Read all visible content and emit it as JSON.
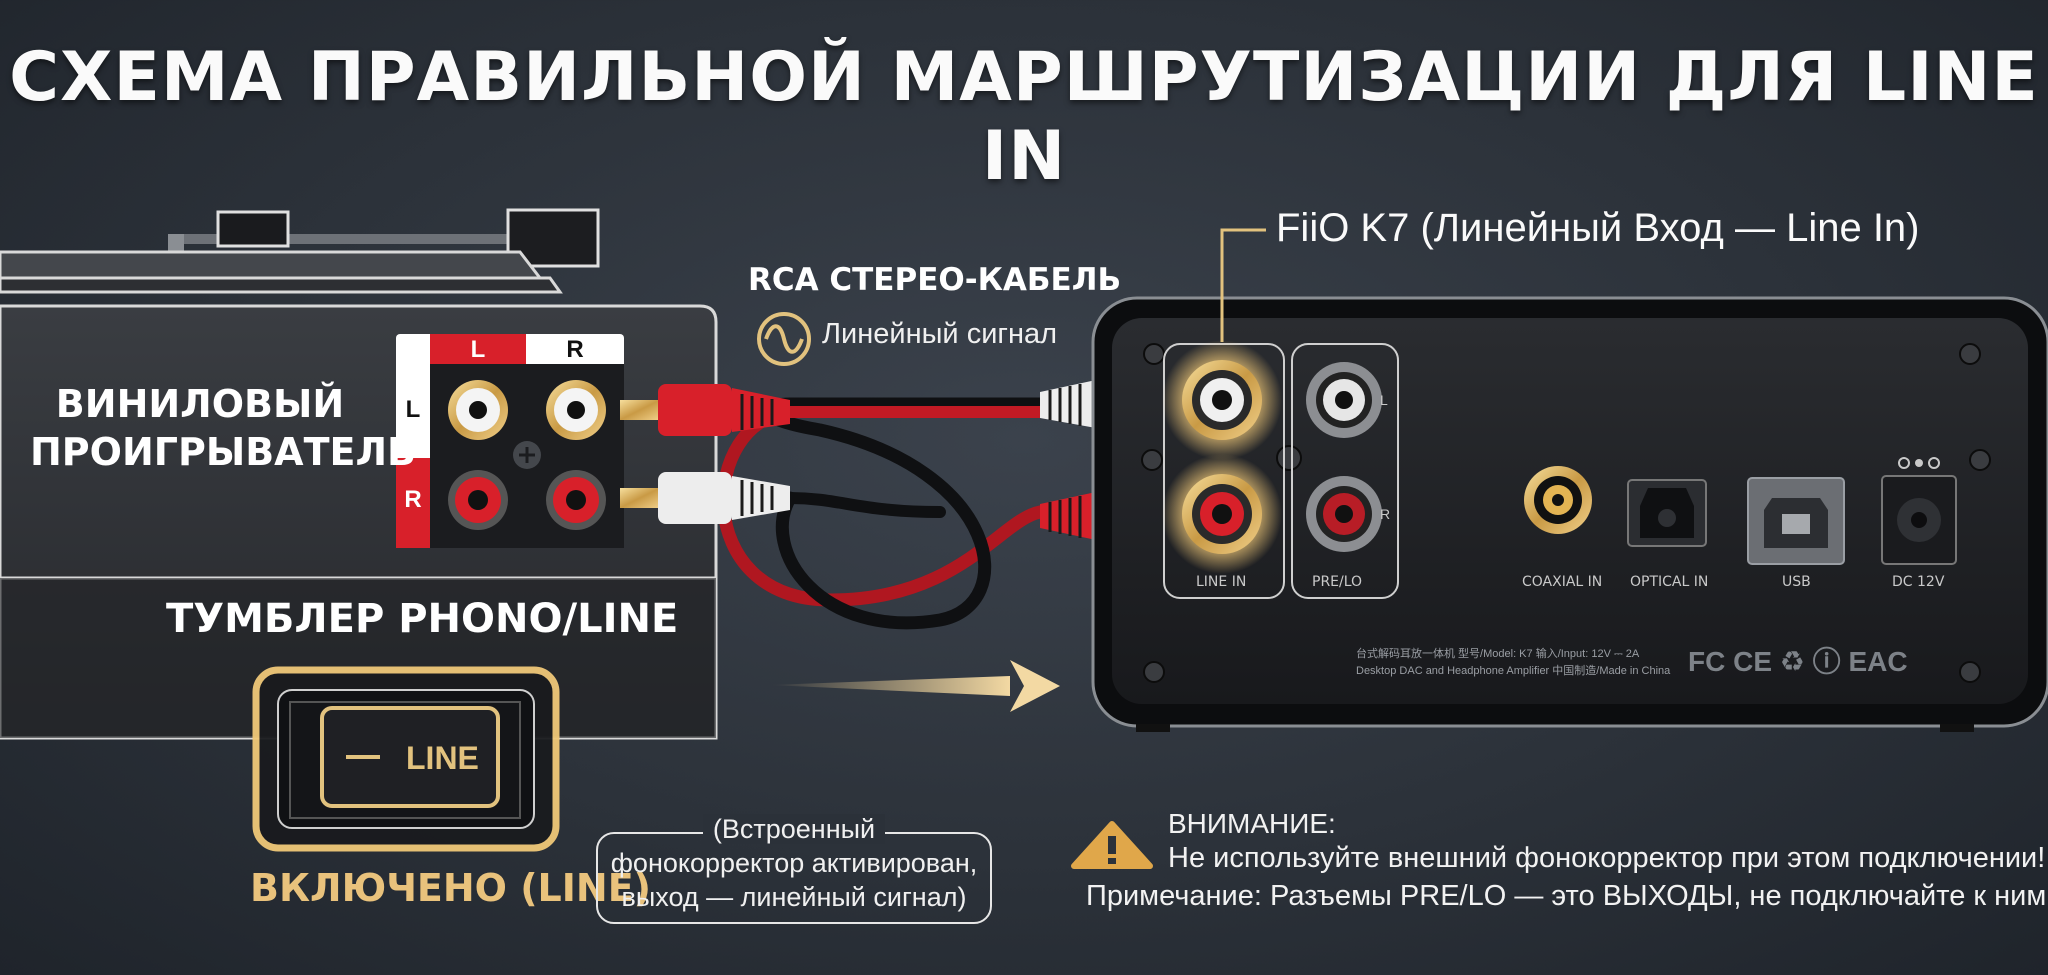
{
  "title": "СХЕМА ПРАВИЛЬНОЙ МАРШРУТИЗАЦИИ ДЛЯ LINE IN",
  "turntable": {
    "label_line1": "ВИНИЛОВЫЙ",
    "label_line2": "ПРОИГРЫВАТЕЛЬ",
    "jack_header_left": "L",
    "jack_header_right": "R",
    "row_left": "L",
    "row_right": "R"
  },
  "toggle": {
    "title": "ТУМБЛЕР PHONO/LINE",
    "switch_label": "LINE",
    "state": "ВКЛЮЧЕНО (LINE)",
    "note_line1": "(Встроенный",
    "note_line2": "фонокорректор активирован,",
    "note_line3": "выход — линейный сигнал)"
  },
  "cable": {
    "title": "RCA СТЕРЕО-КАБЕЛЬ",
    "signal": "Линейный сигнал"
  },
  "device": {
    "label": "FiiO K7 (Линейный Вход — Line In)",
    "ports": {
      "line_in": "LINE IN",
      "pre_lo": "PRE/LO",
      "coaxial": "COAXIAL IN",
      "optical": "OPTICAL IN",
      "usb": "USB",
      "dc": "DC  12V",
      "side_l": "L",
      "side_r": "R"
    },
    "fine_print_line1": "台式解码耳放一体机  型号/Model: K7   输入/Input: 12V ⎓ 2A",
    "fine_print_line2": "Desktop DAC and Headphone Amplifier   中国制造/Made in China",
    "certifications": "FC  CE  ♻  ⓘ  EAC"
  },
  "warning": {
    "title": "ВНИМАНИЕ:",
    "text": "Не используйте внешний фонокорректор при этом подключении!",
    "note": "Примечание: Разъемы PRE/LO — это ВЫХОДЫ, не подключайте к ним!"
  },
  "colors": {
    "background": "#2c323a",
    "gold_accent": "#e9c27c",
    "red_channel": "#d8202a",
    "white_channel": "#f2f2f2",
    "warning_icon": "#e0a74a"
  },
  "icons": [
    "sine-wave-icon",
    "warning-triangle-icon",
    "arrow-right-icon",
    "screw-icon"
  ]
}
